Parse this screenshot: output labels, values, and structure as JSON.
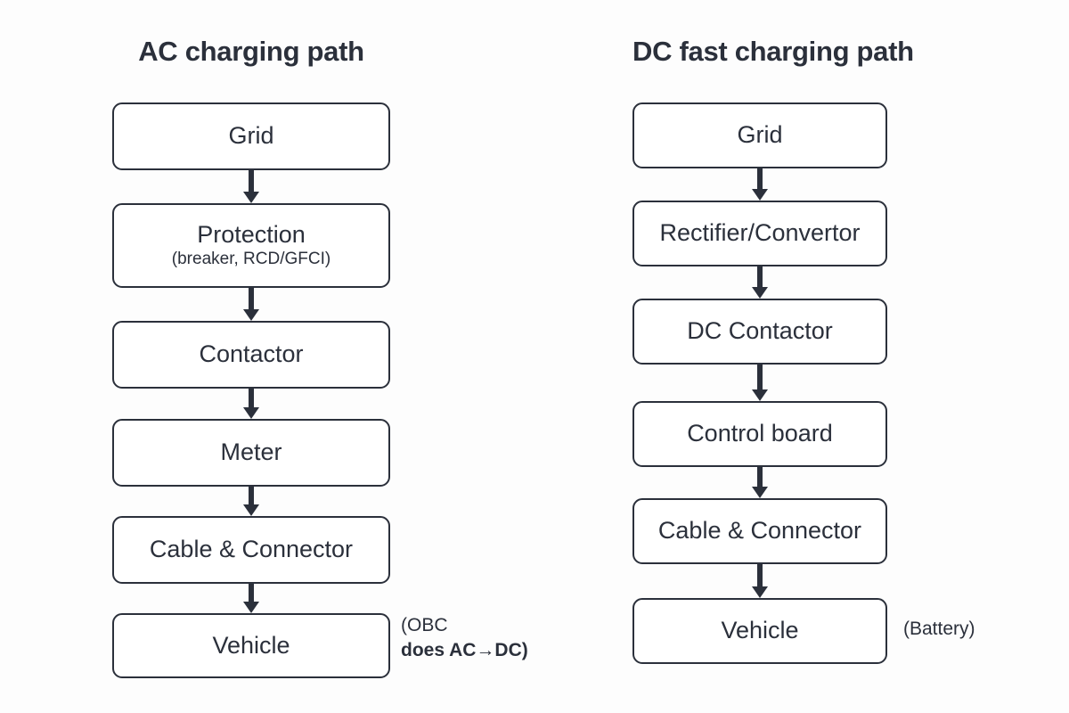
{
  "diagram": {
    "title_visible": false,
    "background_color": "#fdfdfd",
    "stroke_color": "#2b303b",
    "node_fill_color": "#ffffff"
  },
  "columns": [
    {
      "id": "ac-charging-path",
      "title": "AC charging path",
      "nodes": [
        {
          "label": "Grid",
          "sub": ""
        },
        {
          "label": "Protection",
          "sub": "(breaker, RCD/GFCI)"
        },
        {
          "label": "Contactor",
          "sub": ""
        },
        {
          "label": "Meter",
          "sub": ""
        },
        {
          "label": "Cable & Connector",
          "sub": ""
        },
        {
          "label": "Vehicle",
          "sub": ""
        }
      ],
      "annotation": {
        "line1": "(OBC",
        "line2": "does AC→DC)"
      }
    },
    {
      "id": "dc-fast-charging-path",
      "title": "DC fast charging path",
      "nodes": [
        {
          "label": "Grid",
          "sub": ""
        },
        {
          "label": "Rectifier/Convertor",
          "sub": ""
        },
        {
          "label": "DC Contactor",
          "sub": ""
        },
        {
          "label": "Control board",
          "sub": ""
        },
        {
          "label": "Cable & Connector",
          "sub": ""
        },
        {
          "label": "Vehicle",
          "sub": ""
        }
      ],
      "annotation": {
        "line1": "(Battery)",
        "line2": ""
      }
    }
  ]
}
